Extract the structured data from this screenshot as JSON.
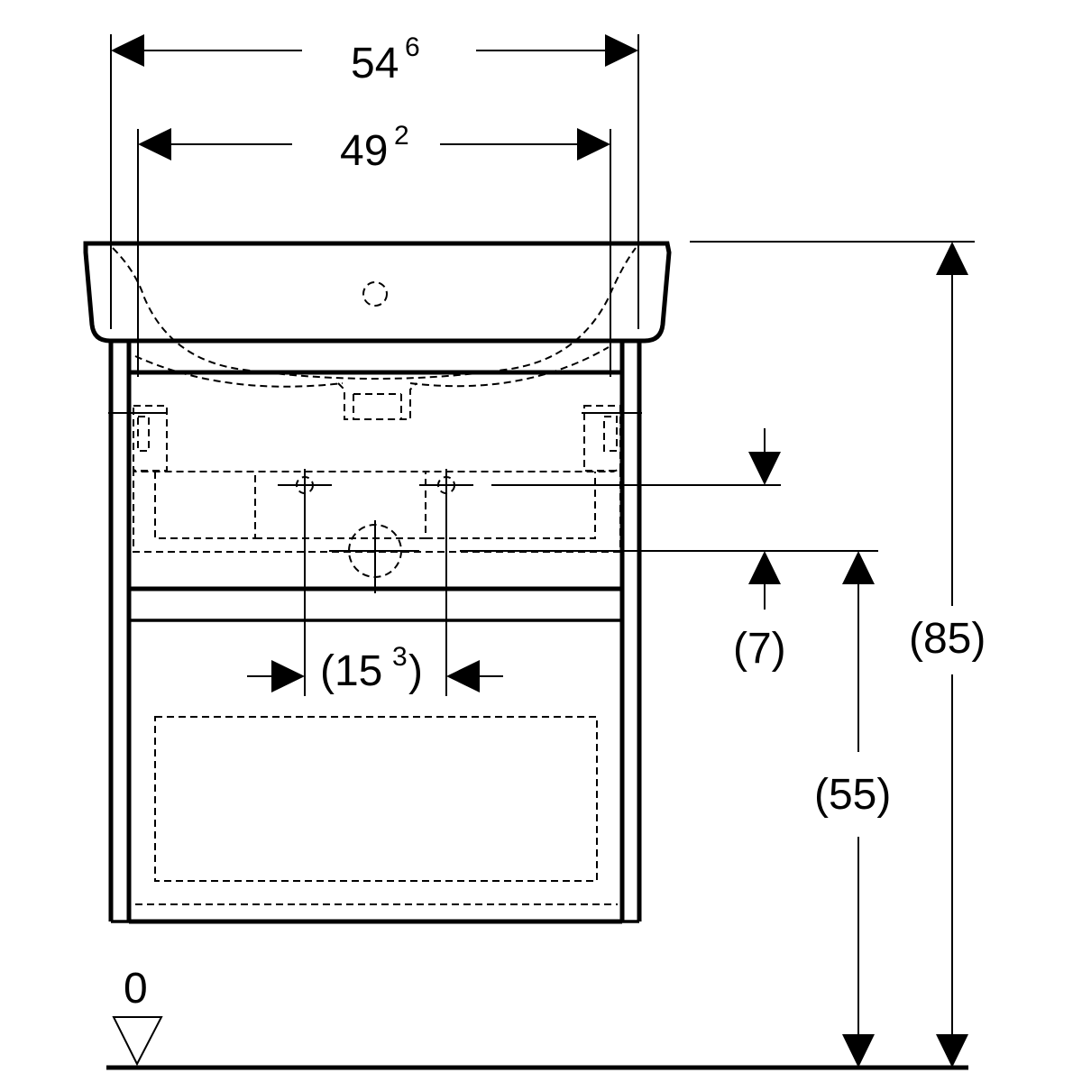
{
  "dimensions": {
    "overall_width": {
      "main": "54",
      "sup": "6"
    },
    "inner_width": {
      "main": "49",
      "sup": "2"
    },
    "connection_spacing": {
      "open": "(15",
      "sup": "3",
      "close": ")"
    },
    "offset_height": "(7)",
    "drain_height": "(55)",
    "total_height": "(85)",
    "floor_level": "0"
  }
}
